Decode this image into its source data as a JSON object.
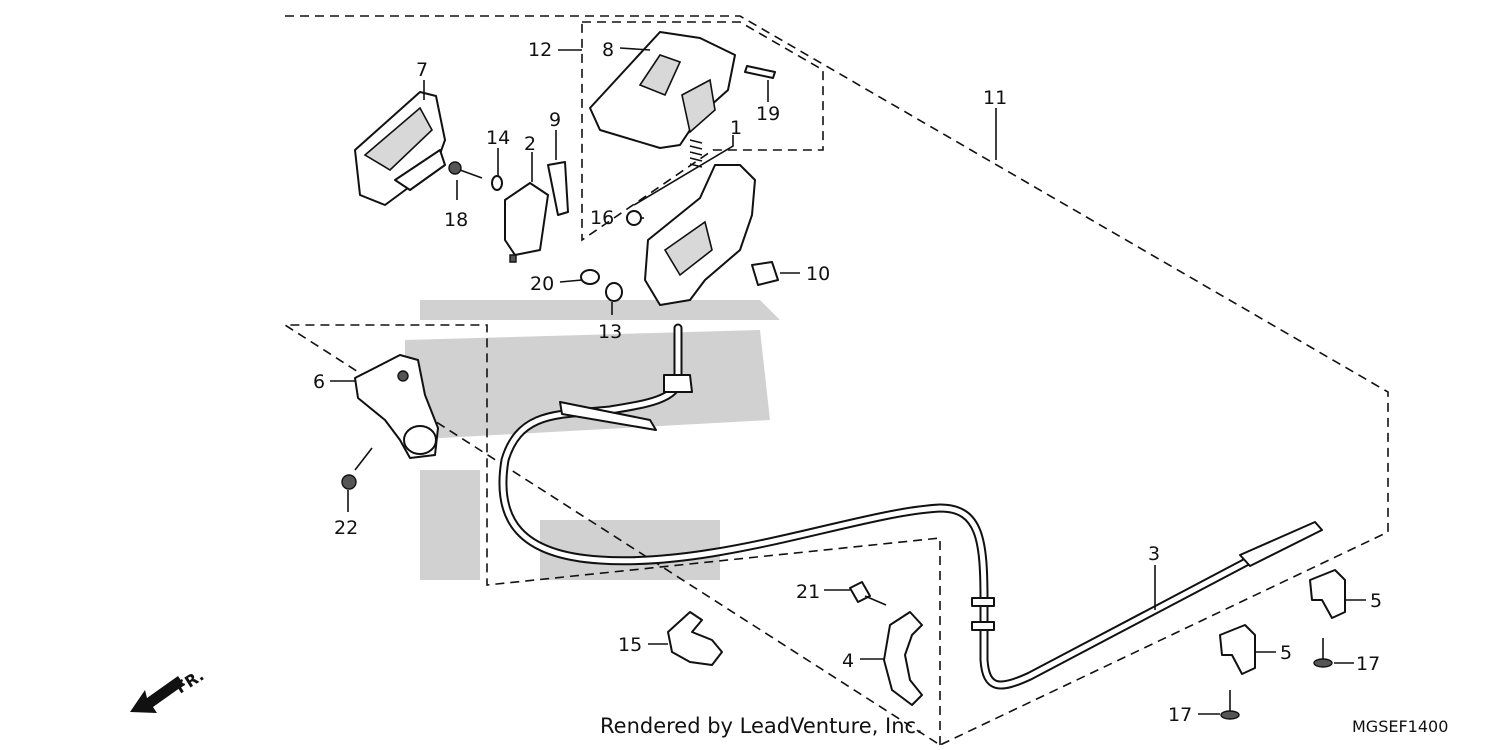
{
  "callouts": {
    "c1": "1",
    "c2": "2",
    "c3": "3",
    "c4": "4",
    "c5a": "5",
    "c5b": "5",
    "c6": "6",
    "c7": "7",
    "c8": "8",
    "c9": "9",
    "c10": "10",
    "c11": "11",
    "c12": "12",
    "c13": "13",
    "c14": "14",
    "c15": "15",
    "c16": "16",
    "c17a": "17",
    "c17b": "17",
    "c18": "18",
    "c19": "19",
    "c20": "20",
    "c21": "21",
    "c22": "22"
  },
  "footer": {
    "rendered_by": "Rendered by LeadVenture, Inc.",
    "diagram_code": "MGSEF1400"
  },
  "direction": {
    "label": "FR."
  }
}
